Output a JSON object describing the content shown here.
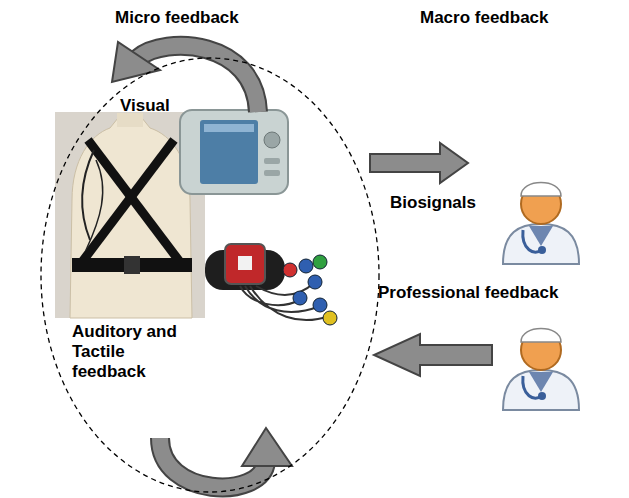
{
  "diagram": {
    "nodes": [
      {
        "text": [
          "Visual",
          "Auditory and Tactile feedback"
        ]
      }
    ],
    "labels": [
      "Micro feedback",
      "Macro feedback",
      "Biosignals",
      "Professional feedback"
    ]
  }
}
